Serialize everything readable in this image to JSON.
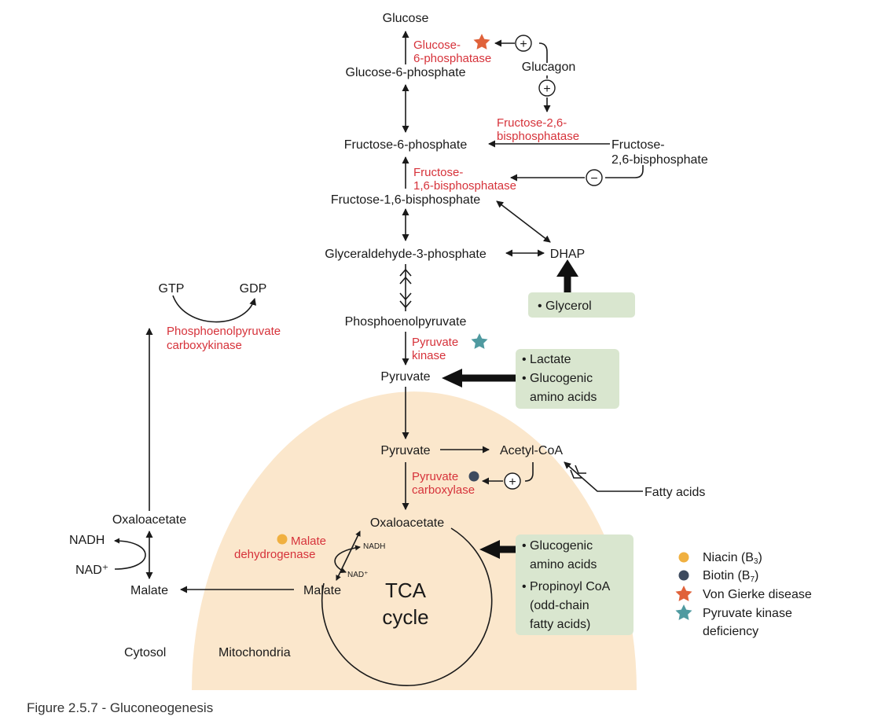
{
  "figure": {
    "caption": "Figure 2.5.7 - Gluconeogenesis",
    "compartments": {
      "cytosol": "Cytosol",
      "mitochondria": "Mitochondria"
    },
    "tca": {
      "line1": "TCA",
      "line2": "cycle"
    }
  },
  "metabolites": {
    "glucose": "Glucose",
    "g6p": "Glucose-6-phosphate",
    "f6p": "Fructose-6-phosphate",
    "f16bp": "Fructose-1,6-bisphosphate",
    "gap": "Glyceraldehyde-3-phosphate",
    "dhap": "DHAP",
    "pep": "Phosphoenolpyruvate",
    "pyruvate_cyto": "Pyruvate",
    "pyruvate_mito": "Pyruvate",
    "acetyl_coa": "Acetyl-CoA",
    "fatty_acids": "Fatty acids",
    "oaa_mito": "Oxaloacetate",
    "oaa_cyto": "Oxaloacetate",
    "malate_mito": "Malate",
    "malate_cyto": "Malate",
    "glucagon": "Glucagon",
    "f26bp_1": "Fructose-",
    "f26bp_2": "2,6-bisphosphate",
    "gtp": "GTP",
    "gdp": "GDP",
    "nadh_cyto": "NADH",
    "nad_cyto": "NAD⁺",
    "nadh_mito": "NADH",
    "nad_mito": "NAD⁺"
  },
  "enzymes": {
    "g6pase_1": "Glucose-",
    "g6pase_2": "6-phosphatase",
    "f26bpase_1": "Fructose-2,6-",
    "f26bpase_2": "bisphosphatase",
    "fbpase_1": "Fructose-",
    "fbpase_2": "1,6-bisphosphatase",
    "pk_1": "Pyruvate",
    "pk_2": "kinase",
    "pepck_1": "Phosphoenolpyruvate",
    "pepck_2": "carboxykinase",
    "pc_1": "Pyruvate",
    "pc_2": "carboxylase",
    "mdh_1": "Malate",
    "mdh_2": "dehydrogenase"
  },
  "regulators": {
    "plus": "+",
    "minus": "−"
  },
  "substrates": {
    "glycerol": "• Glycerol",
    "lactate": "• Lactate",
    "glucogenic_1": "• Glucogenic",
    "glucogenic_2": "amino acids",
    "mito_glucogenic_1": "• Glucogenic",
    "mito_glucogenic_2": "amino acids",
    "propionyl_1": "• Propinoyl CoA",
    "propionyl_2": "(odd-chain",
    "propionyl_3": "fatty acids)"
  },
  "legend": {
    "niacin_pre": "Niacin (B",
    "niacin_sub": "3",
    "niacin_post": ")",
    "biotin_pre": "Biotin (B",
    "biotin_sub": "7",
    "biotin_post": ")",
    "von_gierke": "Von Gierke disease",
    "pk_def_1": "Pyruvate kinase",
    "pk_def_2": "deficiency"
  },
  "colors": {
    "enzyme_text": "#d6323a",
    "mito_fill": "#fbe7cc",
    "substrate_box": "#d9e6cf",
    "niacin": "#f0b040",
    "biotin": "#3d4a5e",
    "von_gierke_star": "#e0623a",
    "pk_star": "#4f9aa0"
  }
}
